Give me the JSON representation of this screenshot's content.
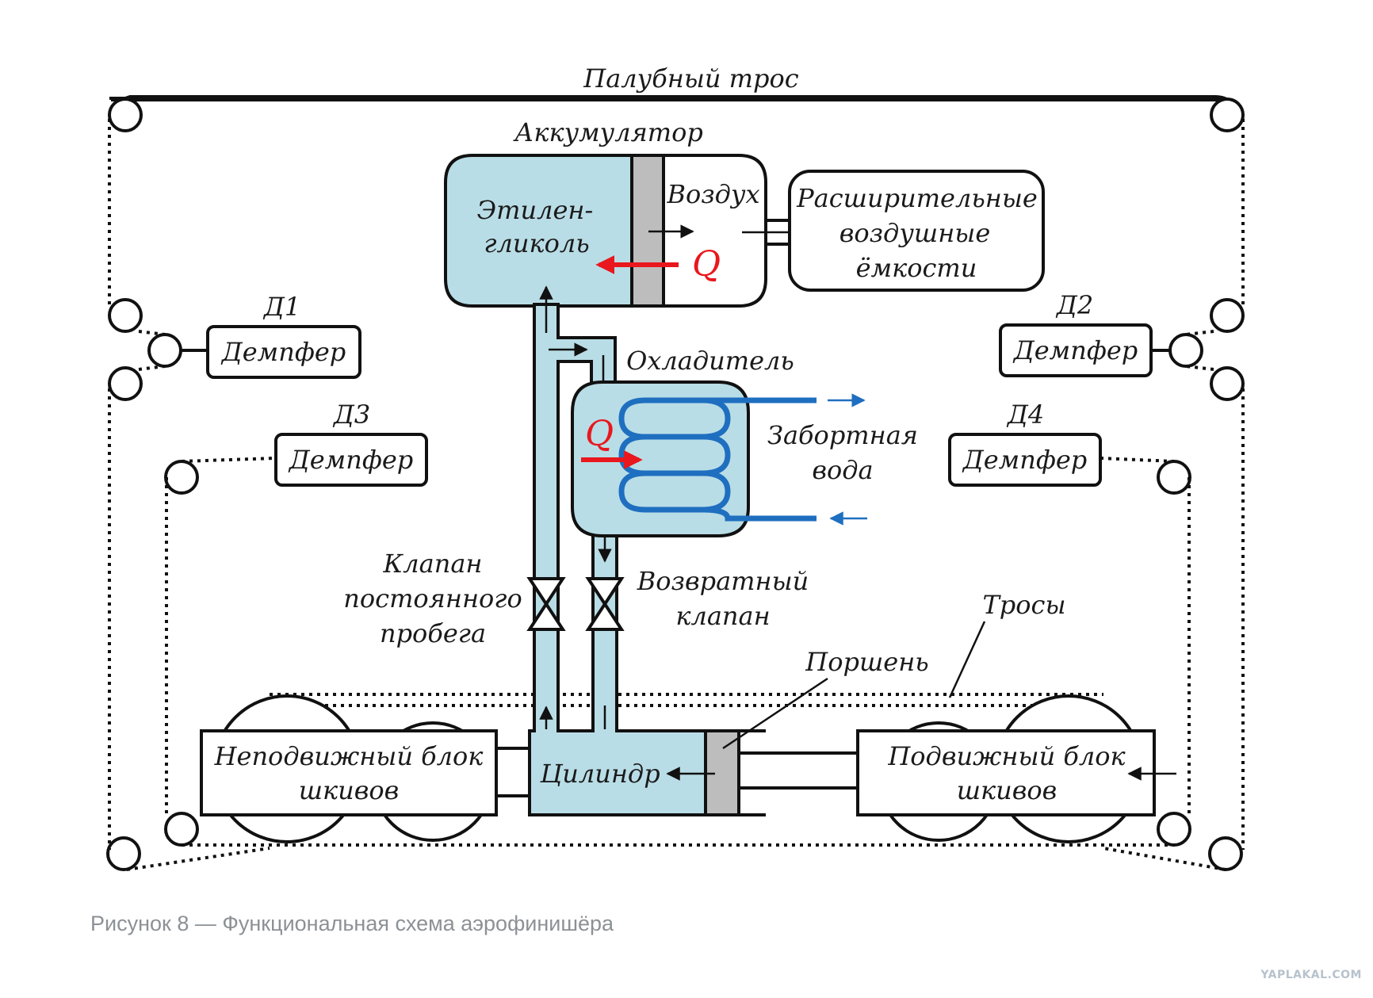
{
  "diagram": {
    "deck_cable": "Палубный трос",
    "accumulator": "Аккумулятор",
    "ethylene_glycol": [
      "Этилен-",
      "гликоль"
    ],
    "air": "Воздух",
    "heat_symbol": "Q",
    "expansion_tanks": [
      "Расширительные",
      "воздушные",
      "ёмкости"
    ],
    "cooler": "Охладитель",
    "seawater": [
      "Забортная",
      "вода"
    ],
    "damper_label": "Демпфер",
    "damper_ids": [
      "Д1",
      "Д2",
      "Д3",
      "Д4"
    ],
    "constant_run_valve": [
      "Клапан",
      "постоянного",
      "пробега"
    ],
    "check_valve": [
      "Возвратный",
      "клапан"
    ],
    "cables": "Тросы",
    "piston": "Поршень",
    "cylinder": "Цилиндр",
    "fixed_sheave_block": [
      "Неподвижный блок",
      "шкивов"
    ],
    "movable_sheave_block": [
      "Подвижный блок",
      "шкивов"
    ],
    "colors": {
      "fluid": "#b9dde6",
      "coil": "#1f6fc0",
      "heat": "#e8181e",
      "piston": "#bdbdbd",
      "line": "#111111"
    }
  },
  "caption": "Рисунок 8 — Функциональная схема аэрофинишёра",
  "watermark": "YAPLAKAL.COM"
}
